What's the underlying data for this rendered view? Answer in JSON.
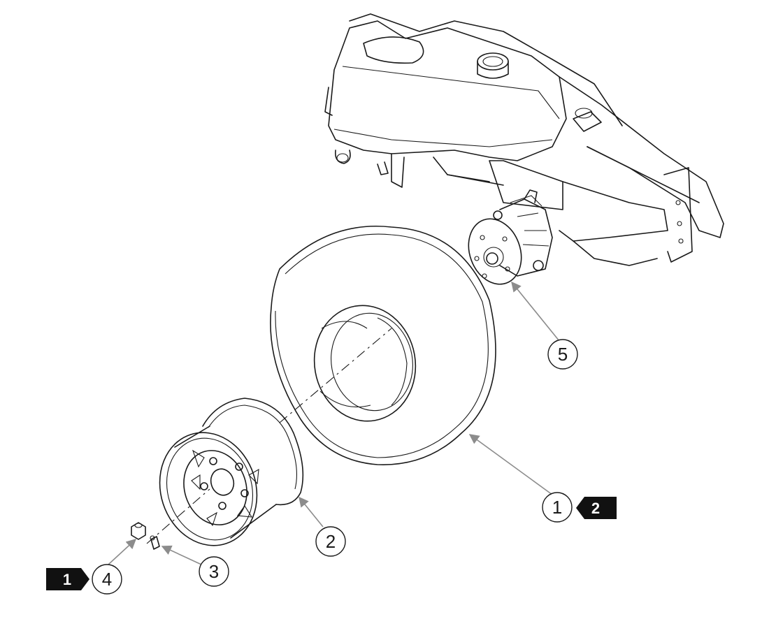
{
  "callouts": {
    "c1": "1",
    "c2": "2",
    "c3": "3",
    "c4": "4",
    "c5": "5"
  },
  "flags": {
    "f1": "1",
    "f2": "2"
  },
  "colors": {
    "ink": "#1a1a1a",
    "leader": "#8c8c8c",
    "flag": "#111111"
  }
}
